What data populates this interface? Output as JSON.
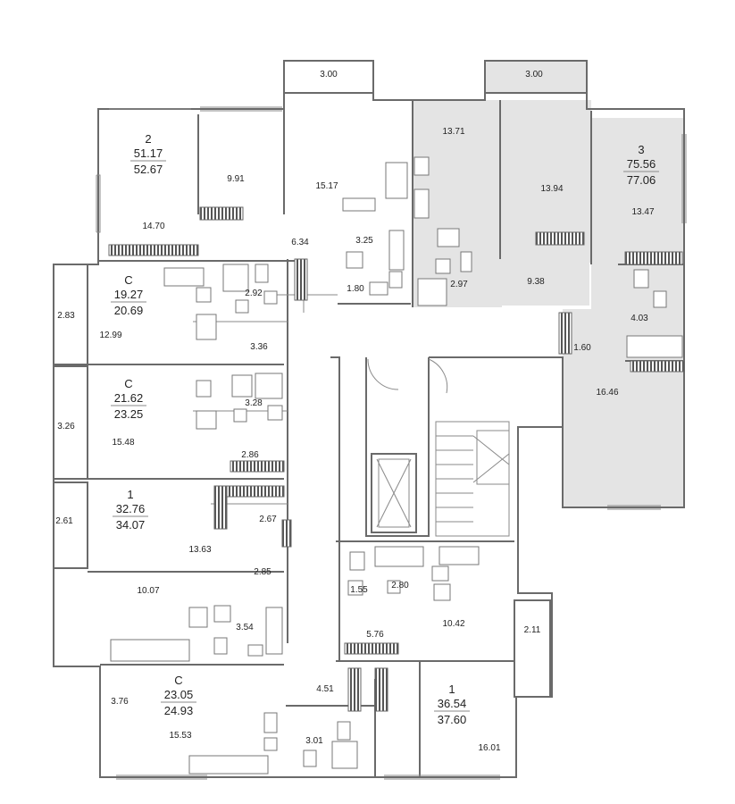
{
  "colors": {
    "highlight": "#e4e4e4",
    "wall": "#6a6a6a",
    "background": "#ffffff"
  },
  "apartments": [
    {
      "id": "apt-2",
      "type": "2",
      "living": "51.17",
      "total": "52.67"
    },
    {
      "id": "apt-3",
      "type": "3",
      "living": "75.56",
      "total": "77.06"
    },
    {
      "id": "apt-c1",
      "type": "С",
      "living": "19.27",
      "total": "20.69"
    },
    {
      "id": "apt-c2",
      "type": "С",
      "living": "21.62",
      "total": "23.25"
    },
    {
      "id": "apt-1a",
      "type": "1",
      "living": "32.76",
      "total": "34.07"
    },
    {
      "id": "apt-c3",
      "type": "С",
      "living": "23.05",
      "total": "24.93"
    },
    {
      "id": "apt-1b",
      "type": "1",
      "living": "36.54",
      "total": "37.60"
    }
  ],
  "room_areas": [
    "3.00",
    "3.00",
    "13.71",
    "13.94",
    "13.47",
    "14.70",
    "9.91",
    "15.17",
    "6.34",
    "3.25",
    "1.80",
    "2.97",
    "9.38",
    "4.03",
    "1.60",
    "16.46",
    "2.83",
    "2.92",
    "12.99",
    "3.36",
    "3.28",
    "3.26",
    "15.48",
    "2.86",
    "2.61",
    "2.67",
    "13.63",
    "2.85",
    "10.07",
    "3.54",
    "1.55",
    "2.80",
    "5.76",
    "10.42",
    "2.11",
    "3.76",
    "4.51",
    "15.53",
    "3.01",
    "16.01"
  ]
}
